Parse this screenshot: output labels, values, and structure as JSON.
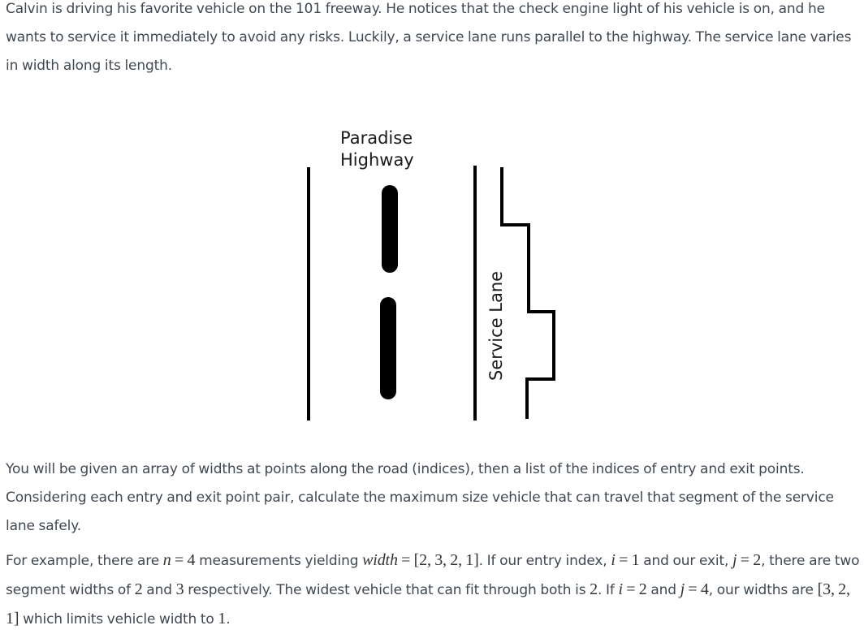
{
  "paragraphs": {
    "intro": "Calvin is driving his favorite vehicle on the 101 freeway. He notices that the check engine light of his vehicle is on, and he wants to service it immediately to avoid any risks. Luckily, a service lane runs parallel to the highway. The service lane varies in width along its length.",
    "task": "You will be given an array of widths at points along the road (indices), then a list of the indices of entry and exit points. Considering each entry and exit point pair, calculate the maximum size vehicle that can travel that segment of the service lane safely.",
    "example": {
      "t1": "For example, there are ",
      "m_n": "n",
      "m_eq1": " = 4",
      "t2": " measurements yielding ",
      "m_width": "width",
      "m_arr1": " = [2, 3, 2, 1]",
      "t3": ". If our entry index, ",
      "m_i": "i",
      "m_i_val": " = 1",
      "t4": " and our exit, ",
      "m_j": "j",
      "m_j_val": " = 2",
      "t5": ", there are two segment widths of ",
      "m_two": "2",
      "t6": " and ",
      "m_three": "3",
      "t7": " respectively. The widest vehicle that can fit through both is ",
      "m_two_b": "2",
      "t8": ". If ",
      "m_i2": "i",
      "m_i2_val": " = 2",
      "t9": " and ",
      "m_j2": "j",
      "m_j2_val": " = 4",
      "t10": ", our widths are ",
      "m_arr2": "[3, 2, 1]",
      "t11": " which limits vehicle width to ",
      "m_one": "1",
      "t12": "."
    }
  },
  "figure": {
    "highway_label_line1": "Paradise",
    "highway_label_line2": "Highway",
    "service_lane_label": "Service Lane",
    "line_color": "#000000"
  }
}
